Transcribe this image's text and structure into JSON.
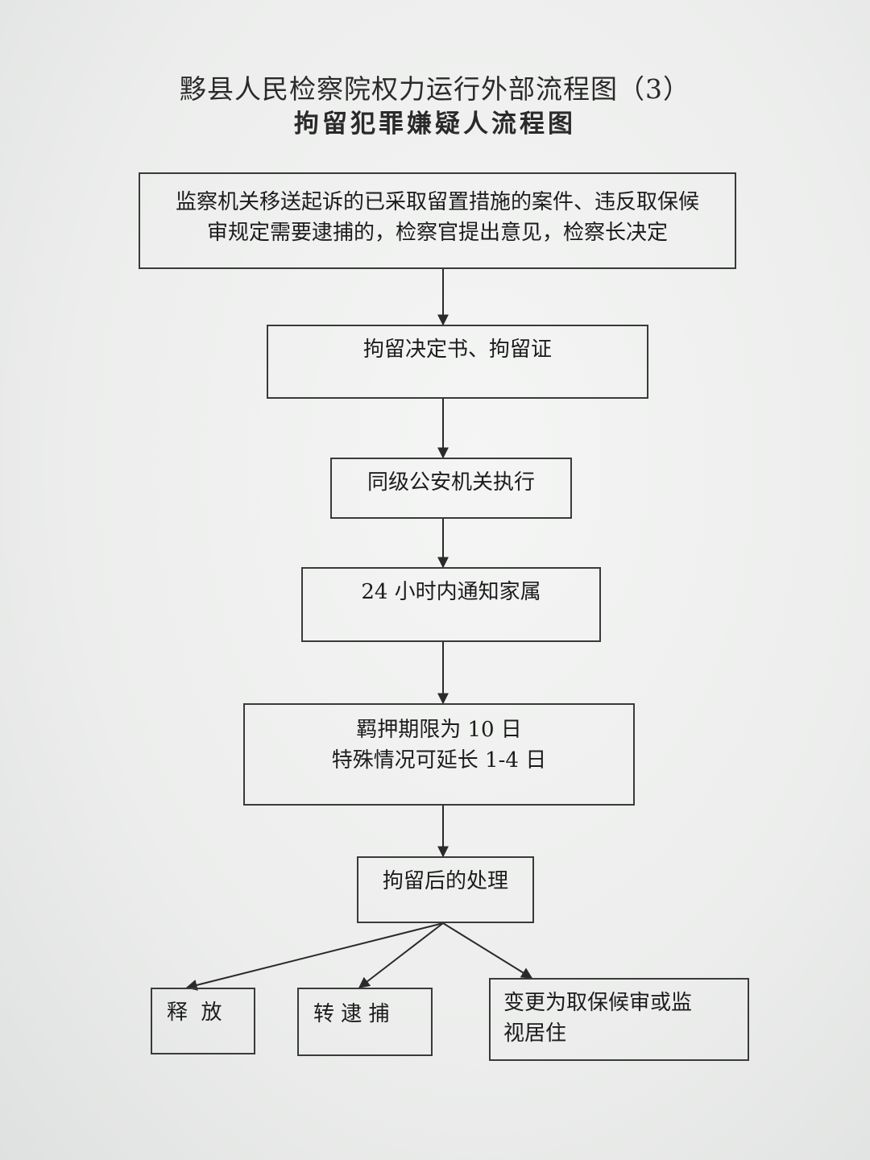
{
  "title": "黟县人民检察院权力运行外部流程图（3）",
  "subtitle": "拘留犯罪嫌疑人流程图",
  "steps": {
    "initiation": [
      "监察机关移送起诉的已采取留置措施的案件、违反取保候",
      "审规定需要逮捕的，检察官提出意见，检察长决定"
    ],
    "documents": "拘留决定书、拘留证",
    "execution": "同级公安机关执行",
    "notify": "24 小时内通知家属",
    "custody": [
      "羁押期限为 10 日",
      "特殊情况可延长 1-4 日"
    ],
    "post_processing": "拘留后的处理"
  },
  "outcomes": {
    "release": "释  放",
    "arrest": "转 逮 捕",
    "change": [
      "变更为取保候审或监",
      "视居住"
    ]
  }
}
